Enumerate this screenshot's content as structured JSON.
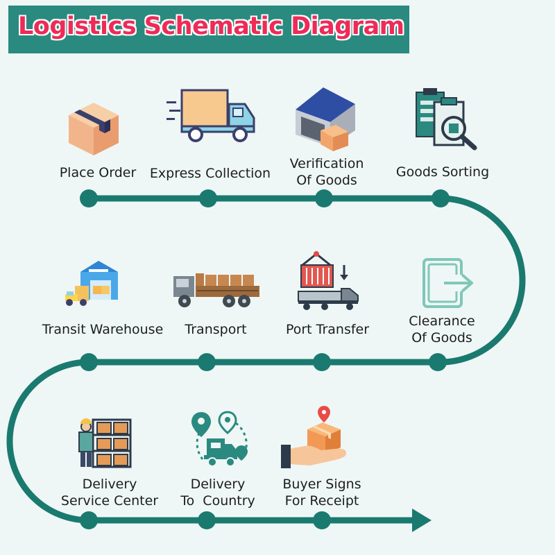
{
  "title": "Logistics Schematic Diagram",
  "colors": {
    "track": "#1b7a70",
    "title_bg": "#2a8a80",
    "title_text": "#ee2a57",
    "background": "#eef7f5"
  },
  "steps": [
    {
      "lines": [
        "Place Order"
      ],
      "icon": "box-icon"
    },
    {
      "lines": [
        "Express Collection"
      ],
      "icon": "truck-icon"
    },
    {
      "lines": [
        "Verification",
        "Of Goods"
      ],
      "icon": "warehouse-icon"
    },
    {
      "lines": [
        "Goods Sorting"
      ],
      "icon": "sorting-clipboard-icon"
    },
    {
      "lines": [
        "Transit Warehouse"
      ],
      "icon": "transit-warehouse-icon"
    },
    {
      "lines": [
        "Transport"
      ],
      "icon": "flatbed-truck-icon"
    },
    {
      "lines": [
        "Port Transfer"
      ],
      "icon": "container-crane-icon"
    },
    {
      "lines": [
        "Clearance",
        "Of Goods"
      ],
      "icon": "exit-door-icon"
    },
    {
      "lines": [
        "Delivery",
        "Service Center"
      ],
      "icon": "storage-worker-icon"
    },
    {
      "lines": [
        "Delivery",
        "To  Country"
      ],
      "icon": "delivery-map-icon"
    },
    {
      "lines": [
        "Buyer Signs",
        "For Receipt"
      ],
      "icon": "hand-package-icon"
    }
  ]
}
